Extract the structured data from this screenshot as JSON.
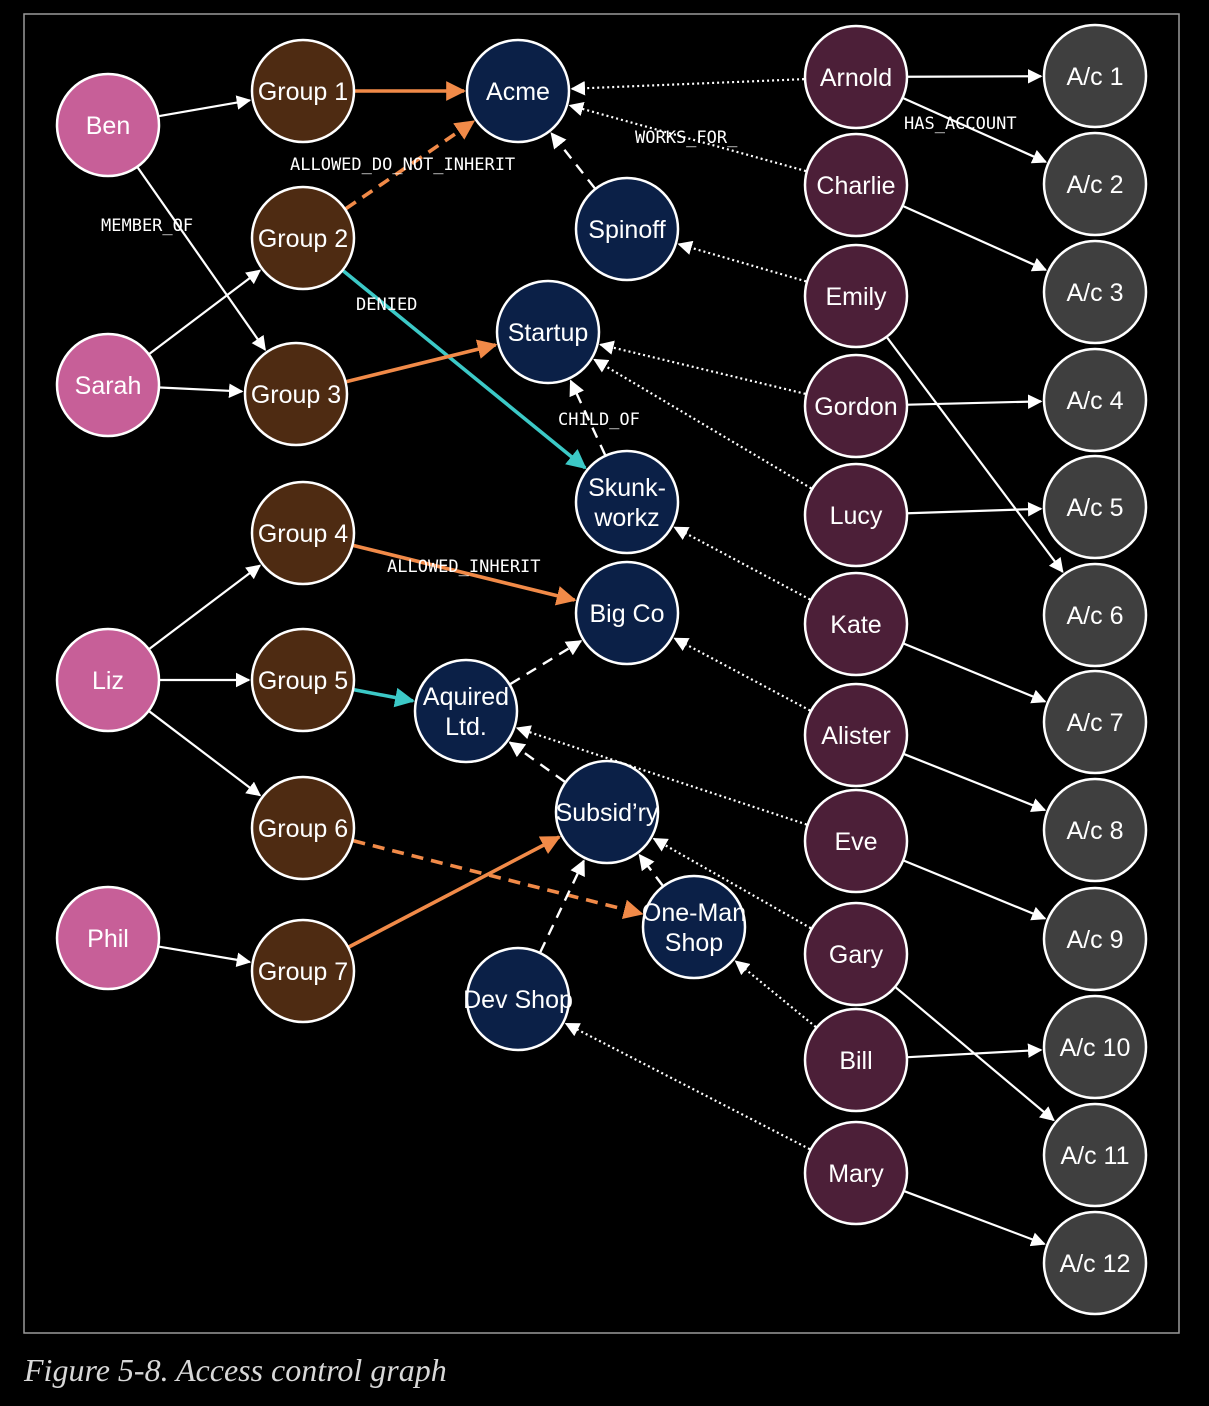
{
  "caption": "Figure 5-8. Access control graph",
  "colors": {
    "person": "#c75f98",
    "group": "#4e2b12",
    "company": "#0b2047",
    "employee": "#4c1f38",
    "account": "#3f3f3f",
    "node_stroke": "#ffffff",
    "member_edge": "#ffffff",
    "allowed": "#f18a48",
    "denied": "#3cc9c7",
    "child_of": "#ffffff",
    "works_for": "#ffffff",
    "has_account": "#ffffff"
  },
  "nodes": {
    "ben": {
      "label": "Ben",
      "type": "person"
    },
    "sarah": {
      "label": "Sarah",
      "type": "person"
    },
    "liz": {
      "label": "Liz",
      "type": "person"
    },
    "phil": {
      "label": "Phil",
      "type": "person"
    },
    "group1": {
      "label": "Group 1",
      "type": "group"
    },
    "group2": {
      "label": "Group 2",
      "type": "group"
    },
    "group3": {
      "label": "Group 3",
      "type": "group"
    },
    "group4": {
      "label": "Group 4",
      "type": "group"
    },
    "group5": {
      "label": "Group 5",
      "type": "group"
    },
    "group6": {
      "label": "Group 6",
      "type": "group"
    },
    "group7": {
      "label": "Group 7",
      "type": "group"
    },
    "acme": {
      "label": "Acme",
      "type": "company"
    },
    "spinoff": {
      "label": "Spinoff",
      "type": "company"
    },
    "startup": {
      "label": "Startup",
      "type": "company"
    },
    "skunkworkz": {
      "label": [
        "Skunk-",
        "workz"
      ],
      "type": "company"
    },
    "bigco": {
      "label": "Big Co",
      "type": "company"
    },
    "aquired": {
      "label": [
        "Aquired",
        "Ltd."
      ],
      "type": "company"
    },
    "subsidry": {
      "label": "Subsid’ry",
      "type": "company"
    },
    "onemanshop": {
      "label": [
        "One-Man",
        "Shop"
      ],
      "type": "company"
    },
    "devshop": {
      "label": "Dev Shop",
      "type": "company"
    },
    "arnold": {
      "label": "Arnold",
      "type": "employee"
    },
    "charlie": {
      "label": "Charlie",
      "type": "employee"
    },
    "emily": {
      "label": "Emily",
      "type": "employee"
    },
    "gordon": {
      "label": "Gordon",
      "type": "employee"
    },
    "lucy": {
      "label": "Lucy",
      "type": "employee"
    },
    "kate": {
      "label": "Kate",
      "type": "employee"
    },
    "alister": {
      "label": "Alister",
      "type": "employee"
    },
    "eve": {
      "label": "Eve",
      "type": "employee"
    },
    "gary": {
      "label": "Gary",
      "type": "employee"
    },
    "bill": {
      "label": "Bill",
      "type": "employee"
    },
    "mary": {
      "label": "Mary",
      "type": "employee"
    },
    "ac1": {
      "label": "A/c 1",
      "type": "account"
    },
    "ac2": {
      "label": "A/c 2",
      "type": "account"
    },
    "ac3": {
      "label": "A/c 3",
      "type": "account"
    },
    "ac4": {
      "label": "A/c 4",
      "type": "account"
    },
    "ac5": {
      "label": "A/c 5",
      "type": "account"
    },
    "ac6": {
      "label": "A/c 6",
      "type": "account"
    },
    "ac7": {
      "label": "A/c 7",
      "type": "account"
    },
    "ac8": {
      "label": "A/c 8",
      "type": "account"
    },
    "ac9": {
      "label": "A/c 9",
      "type": "account"
    },
    "ac10": {
      "label": "A/c 10",
      "type": "account"
    },
    "ac11": {
      "label": "A/c 11",
      "type": "account"
    },
    "ac12": {
      "label": "A/c 12",
      "type": "account"
    }
  },
  "edges": [
    {
      "from": "ben",
      "to": "group1",
      "kind": "MEMBER_OF"
    },
    {
      "from": "ben",
      "to": "group3",
      "kind": "MEMBER_OF"
    },
    {
      "from": "sarah",
      "to": "group2",
      "kind": "MEMBER_OF"
    },
    {
      "from": "sarah",
      "to": "group3",
      "kind": "MEMBER_OF"
    },
    {
      "from": "liz",
      "to": "group4",
      "kind": "MEMBER_OF"
    },
    {
      "from": "liz",
      "to": "group5",
      "kind": "MEMBER_OF"
    },
    {
      "from": "liz",
      "to": "group6",
      "kind": "MEMBER_OF"
    },
    {
      "from": "phil",
      "to": "group7",
      "kind": "MEMBER_OF"
    },
    {
      "from": "group1",
      "to": "acme",
      "kind": "ALLOWED_INHERIT"
    },
    {
      "from": "group2",
      "to": "acme",
      "kind": "ALLOWED_DO_NOT_INHERIT"
    },
    {
      "from": "group2",
      "to": "skunkworkz",
      "kind": "DENIED"
    },
    {
      "from": "group3",
      "to": "startup",
      "kind": "ALLOWED_INHERIT"
    },
    {
      "from": "group4",
      "to": "bigco",
      "kind": "ALLOWED_INHERIT"
    },
    {
      "from": "group5",
      "to": "aquired",
      "kind": "DENIED"
    },
    {
      "from": "group6",
      "to": "onemanshop",
      "kind": "ALLOWED_DO_NOT_INHERIT"
    },
    {
      "from": "group7",
      "to": "subsidry",
      "kind": "ALLOWED_INHERIT"
    },
    {
      "from": "spinoff",
      "to": "acme",
      "kind": "CHILD_OF"
    },
    {
      "from": "skunkworkz",
      "to": "startup",
      "kind": "CHILD_OF"
    },
    {
      "from": "aquired",
      "to": "bigco",
      "kind": "CHILD_OF"
    },
    {
      "from": "subsidry",
      "to": "aquired",
      "kind": "CHILD_OF"
    },
    {
      "from": "onemanshop",
      "to": "subsidry",
      "kind": "CHILD_OF"
    },
    {
      "from": "devshop",
      "to": "subsidry",
      "kind": "CHILD_OF"
    },
    {
      "from": "arnold",
      "to": "acme",
      "kind": "WORKS_FOR"
    },
    {
      "from": "charlie",
      "to": "acme",
      "kind": "WORKS_FOR"
    },
    {
      "from": "emily",
      "to": "spinoff",
      "kind": "WORKS_FOR"
    },
    {
      "from": "gordon",
      "to": "startup",
      "kind": "WORKS_FOR"
    },
    {
      "from": "lucy",
      "to": "startup",
      "kind": "WORKS_FOR"
    },
    {
      "from": "kate",
      "to": "skunkworkz",
      "kind": "WORKS_FOR"
    },
    {
      "from": "alister",
      "to": "bigco",
      "kind": "WORKS_FOR"
    },
    {
      "from": "eve",
      "to": "aquired",
      "kind": "WORKS_FOR"
    },
    {
      "from": "gary",
      "to": "subsidry",
      "kind": "WORKS_FOR"
    },
    {
      "from": "bill",
      "to": "onemanshop",
      "kind": "WORKS_FOR"
    },
    {
      "from": "mary",
      "to": "devshop",
      "kind": "WORKS_FOR"
    },
    {
      "from": "arnold",
      "to": "ac1",
      "kind": "HAS_ACCOUNT"
    },
    {
      "from": "arnold",
      "to": "ac2",
      "kind": "HAS_ACCOUNT"
    },
    {
      "from": "charlie",
      "to": "ac3",
      "kind": "HAS_ACCOUNT"
    },
    {
      "from": "gordon",
      "to": "ac4",
      "kind": "HAS_ACCOUNT"
    },
    {
      "from": "lucy",
      "to": "ac5",
      "kind": "HAS_ACCOUNT"
    },
    {
      "from": "emily",
      "to": "ac6",
      "kind": "HAS_ACCOUNT"
    },
    {
      "from": "kate",
      "to": "ac7",
      "kind": "HAS_ACCOUNT"
    },
    {
      "from": "alister",
      "to": "ac8",
      "kind": "HAS_ACCOUNT"
    },
    {
      "from": "eve",
      "to": "ac9",
      "kind": "HAS_ACCOUNT"
    },
    {
      "from": "bill",
      "to": "ac10",
      "kind": "HAS_ACCOUNT"
    },
    {
      "from": "gary",
      "to": "ac11",
      "kind": "HAS_ACCOUNT"
    },
    {
      "from": "mary",
      "to": "ac12",
      "kind": "HAS_ACCOUNT"
    }
  ],
  "edge_labels": {
    "member_of": "MEMBER_OF",
    "allowed_do_not_inherit": "ALLOWED_DO_NOT_INHERIT",
    "denied": "DENIED",
    "child_of": "CHILD_OF",
    "allowed_inherit": "ALLOWED_INHERIT",
    "works_for": "WORKS_FOR_",
    "has_account": "HAS_ACCOUNT"
  }
}
